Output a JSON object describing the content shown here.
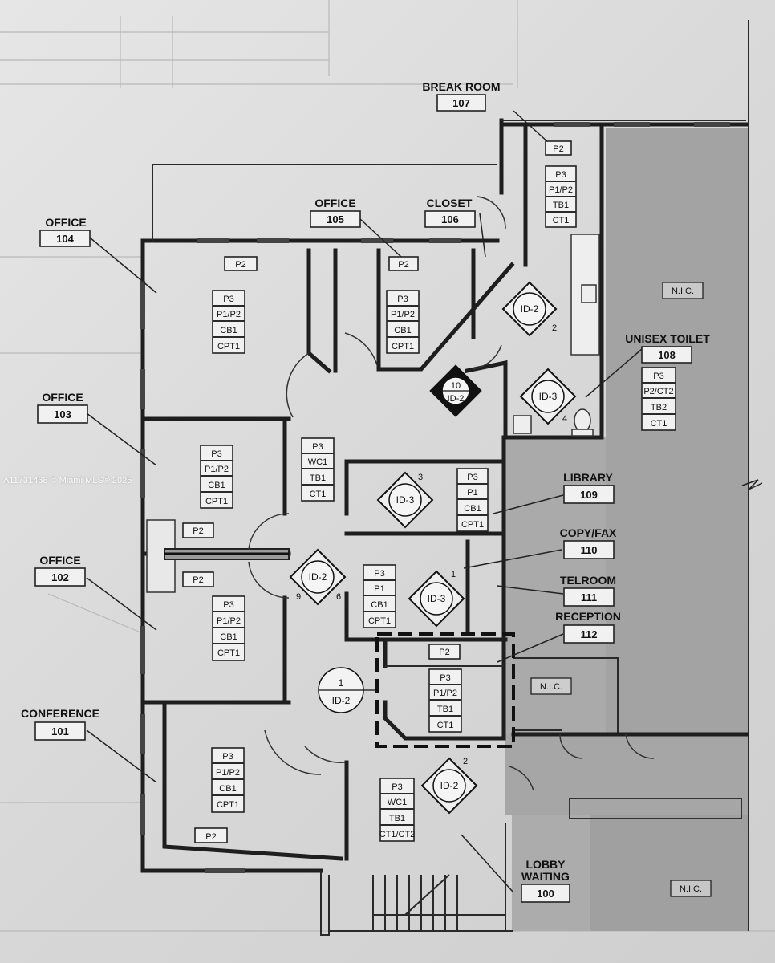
{
  "watermark": "A11731468 © Miami MLS® 2025",
  "room_labels": [
    {
      "key": "break_room",
      "name": "BREAK ROOM",
      "number": "107"
    },
    {
      "key": "office_104",
      "name": "OFFICE",
      "number": "104"
    },
    {
      "key": "office_105",
      "name": "OFFICE",
      "number": "105"
    },
    {
      "key": "closet_106",
      "name": "CLOSET",
      "number": "106"
    },
    {
      "key": "unisex_toilet",
      "name": "UNISEX TOILET",
      "number": "108"
    },
    {
      "key": "office_103",
      "name": "OFFICE",
      "number": "103"
    },
    {
      "key": "library",
      "name": "LIBRARY",
      "number": "109"
    },
    {
      "key": "copy_fax",
      "name": "COPY/FAX",
      "number": "110"
    },
    {
      "key": "office_102",
      "name": "OFFICE",
      "number": "102"
    },
    {
      "key": "telroom",
      "name": "TELROOM",
      "number": "111"
    },
    {
      "key": "reception",
      "name": "RECEPTION",
      "number": "112"
    },
    {
      "key": "conference",
      "name": "CONFERENCE",
      "number": "101"
    },
    {
      "key": "lobby",
      "name": "LOBBY WAITING",
      "name_lines": [
        "LOBBY",
        "WAITING"
      ],
      "number": "100"
    }
  ],
  "finish_schedules": [
    {
      "key": "break_room",
      "lines": [
        "P3",
        "P1/P2",
        "TB1",
        "CT1"
      ]
    },
    {
      "key": "office_104",
      "lines": [
        "P3",
        "P1/P2",
        "CB1",
        "CPT1"
      ]
    },
    {
      "key": "office_105",
      "lines": [
        "P3",
        "P1/P2",
        "CB1",
        "CPT1"
      ]
    },
    {
      "key": "office_103",
      "lines": [
        "P3",
        "P1/P2",
        "CB1",
        "CPT1"
      ]
    },
    {
      "key": "corridor",
      "lines": [
        "P3",
        "WC1",
        "TB1",
        "CT1"
      ]
    },
    {
      "key": "library",
      "lines": [
        "P3",
        "P1",
        "CB1",
        "CPT1"
      ]
    },
    {
      "key": "copy_fax",
      "lines": [
        "P3",
        "P1",
        "CB1",
        "CPT1"
      ]
    },
    {
      "key": "office_102",
      "lines": [
        "P3",
        "P1/P2",
        "CB1",
        "CPT1"
      ]
    },
    {
      "key": "reception",
      "lines": [
        "P3",
        "P1/P2",
        "TB1",
        "CT1"
      ]
    },
    {
      "key": "conference",
      "lines": [
        "P3",
        "P1/P2",
        "CB1",
        "CPT1"
      ]
    },
    {
      "key": "lobby",
      "lines": [
        "P3",
        "WC1",
        "TB1",
        "CT1/CT2"
      ]
    },
    {
      "key": "toilet",
      "lines": [
        "P3",
        "P2/CT2",
        "TB2",
        "CT1"
      ]
    }
  ],
  "paint_tags": [
    {
      "key": "break_room",
      "text": "P2"
    },
    {
      "key": "office_104",
      "text": "P2"
    },
    {
      "key": "office_105",
      "text": "P2"
    },
    {
      "key": "office_103_bottom",
      "text": "P2"
    },
    {
      "key": "office_102_top",
      "text": "P2"
    },
    {
      "key": "reception",
      "text": "P2"
    },
    {
      "key": "conference",
      "text": "P2"
    }
  ],
  "elevation_markers": [
    {
      "key": "break_room",
      "label": "ID-2",
      "number": "2"
    },
    {
      "key": "toilet",
      "label": "ID-3",
      "number": "4"
    },
    {
      "key": "library",
      "label": "ID-3",
      "number": "3"
    },
    {
      "key": "copy_fax",
      "label": "ID-3",
      "number": "1"
    },
    {
      "key": "corridor",
      "label": "ID-2",
      "left_number": "9",
      "right_number": "6"
    },
    {
      "key": "lobby",
      "label": "ID-2",
      "number": "2"
    }
  ],
  "section_markers": [
    {
      "key": "center",
      "top": "10",
      "bottom": "ID-2"
    },
    {
      "key": "reception",
      "top": "1",
      "bottom": "ID-2"
    }
  ],
  "nic_labels": [
    {
      "key": "upper_right",
      "text": "N.I.C."
    },
    {
      "key": "mid_right",
      "text": "N.I.C."
    },
    {
      "key": "lower_right",
      "text": "N.I.C."
    }
  ]
}
